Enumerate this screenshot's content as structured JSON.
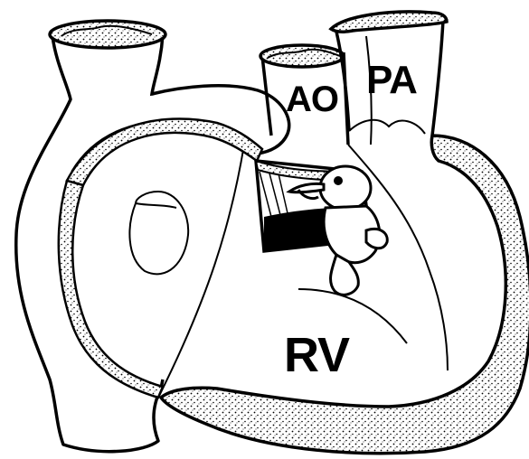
{
  "labels": {
    "ao": "AO",
    "pa": "PA",
    "rv": "RV"
  },
  "colors": {
    "ink": "#000000",
    "paper": "#ffffff"
  }
}
